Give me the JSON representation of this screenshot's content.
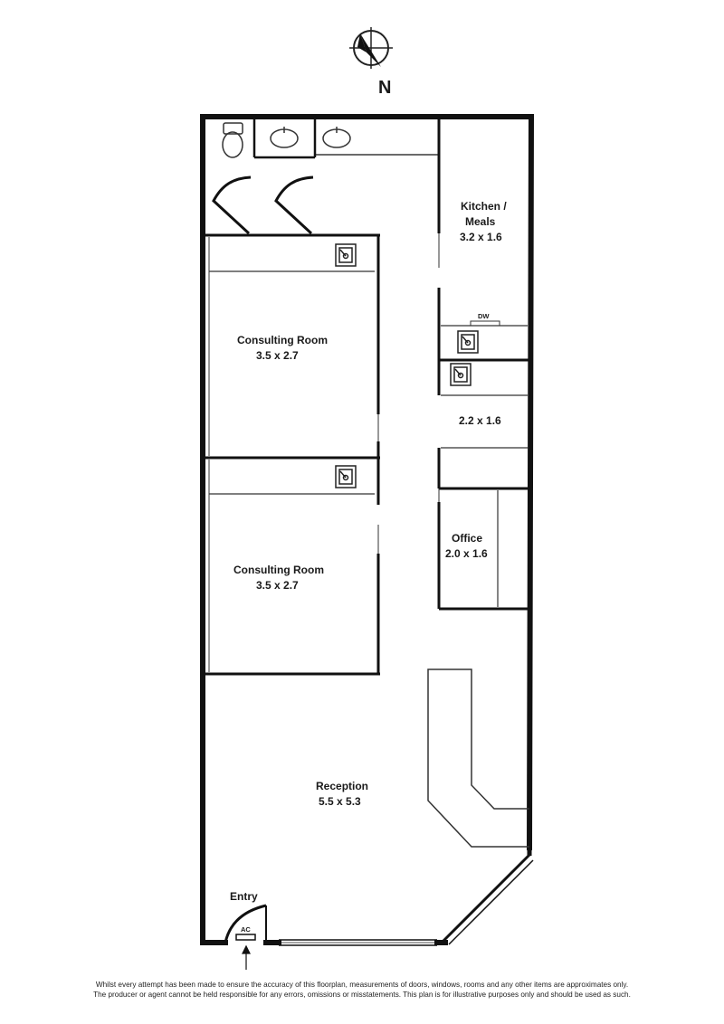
{
  "compass": {
    "label": "N"
  },
  "rooms": {
    "kitchen": {
      "name_line1": "Kitchen /",
      "name_line2": "Meals",
      "size": "3.2 x 1.6"
    },
    "consulting_1": {
      "name": "Consulting Room",
      "size": "3.5 x 2.7"
    },
    "consulting_2": {
      "name": "Consulting Room",
      "size": "3.5 x 2.7"
    },
    "room_small": {
      "size": "2.2 x 1.6"
    },
    "office": {
      "name": "Office",
      "size": "2.0 x 1.6"
    },
    "reception": {
      "name": "Reception",
      "size": "5.5 x 5.3"
    }
  },
  "fixtures": {
    "dishwasher": "DW",
    "air_conditioner": "AC"
  },
  "entry": {
    "label": "Entry"
  },
  "disclaimer": {
    "line1": "Whilst every attempt has been made to ensure the accuracy of this floorplan, measurements of doors, windows, rooms and any other items are approximates only.",
    "line2": "The producer or agent cannot be held responsible for any errors, omissions or misstatements. This plan is for illustrative purposes only and should be used as such."
  }
}
